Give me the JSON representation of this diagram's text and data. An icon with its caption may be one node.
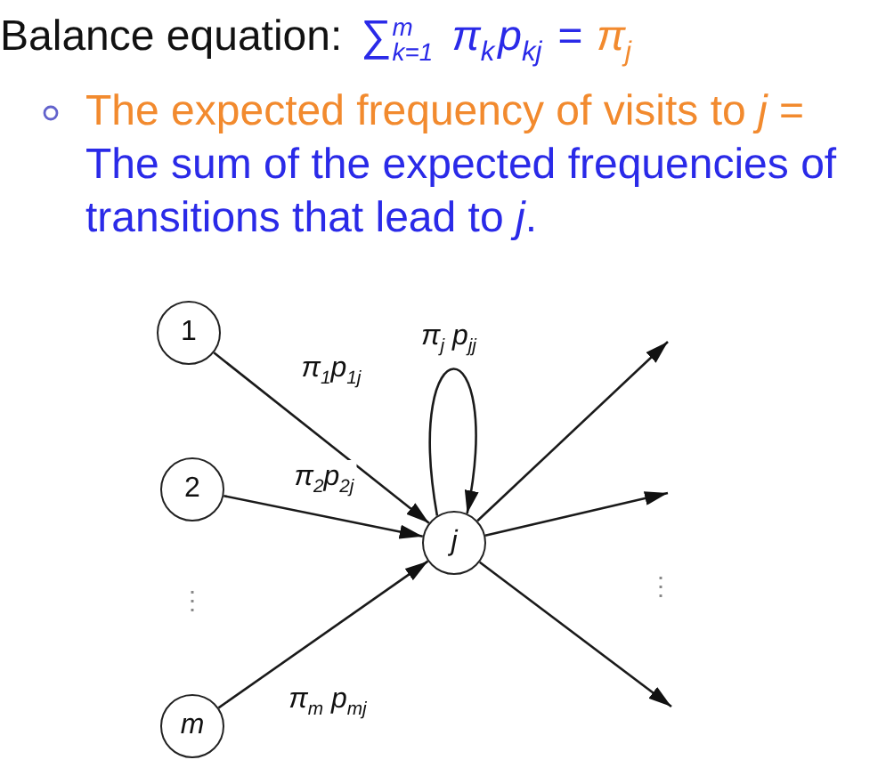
{
  "diagram": {
    "title": "Balance equation:",
    "nodes": [
      {
        "text": [
          "1"
        ]
      },
      {
        "text": [
          "2"
        ]
      },
      {
        "text": [
          "m"
        ]
      },
      {
        "text": [
          "j"
        ]
      }
    ],
    "edges": [
      {
        "from": 0,
        "to": 3,
        "arrow": "to",
        "label": "π$_{1}$p$_{1j}$"
      },
      {
        "from": 1,
        "to": 3,
        "arrow": "to",
        "label": "π$_{2}$p$_{2j}$"
      },
      {
        "from": 2,
        "to": 3,
        "arrow": "to",
        "label": "π$_{m}$ p$_{mj}$"
      },
      {
        "from": 3,
        "to": 3,
        "arrow": "to",
        "label": "π$_{j}$ p$_{jj}$"
      },
      {
        "from": 3,
        "to": null,
        "arrow": "to"
      },
      {
        "from": 3,
        "to": null,
        "arrow": "to"
      },
      {
        "from": 3,
        "to": null,
        "arrow": "to"
      }
    ],
    "labels": [
      "∑$^{m}$$_{k=1}$ π$_{k}$p$_{kj}$ =",
      "π$_{j}$",
      "The expected frequency of visits to *j* =",
      "The sum of the expected frequencies of transitions that lead to *j*.",
      "⋮",
      "⋮"
    ]
  }
}
